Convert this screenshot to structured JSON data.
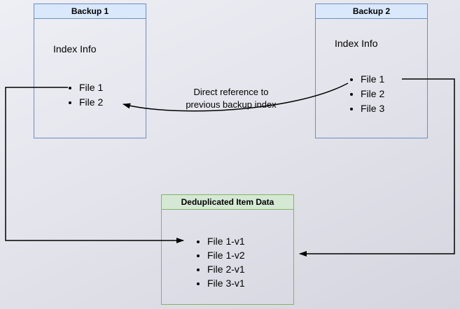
{
  "backup1": {
    "title": "Backup 1",
    "heading": "Index Info",
    "files": [
      "File 1",
      "File 2"
    ]
  },
  "backup2": {
    "title": "Backup 2",
    "heading": "Index Info",
    "files": [
      "File 1",
      "File 2",
      "File 3"
    ]
  },
  "dedup": {
    "title": "Deduplicated Item Data",
    "files": [
      "File 1-v1",
      "File 1-v2",
      "File 2-v1",
      "File 3-v1"
    ]
  },
  "annotation": {
    "line1": "Direct reference to",
    "line2": "previous backup index"
  },
  "colors": {
    "blue_box_fill": "#dae8fc",
    "blue_box_border": "#6c8ebf",
    "green_box_fill": "#d5e8d4",
    "green_box_border": "#82b366",
    "arrow": "#000000",
    "background_light": "#eeeef5",
    "background_dark": "#d5d5df"
  }
}
